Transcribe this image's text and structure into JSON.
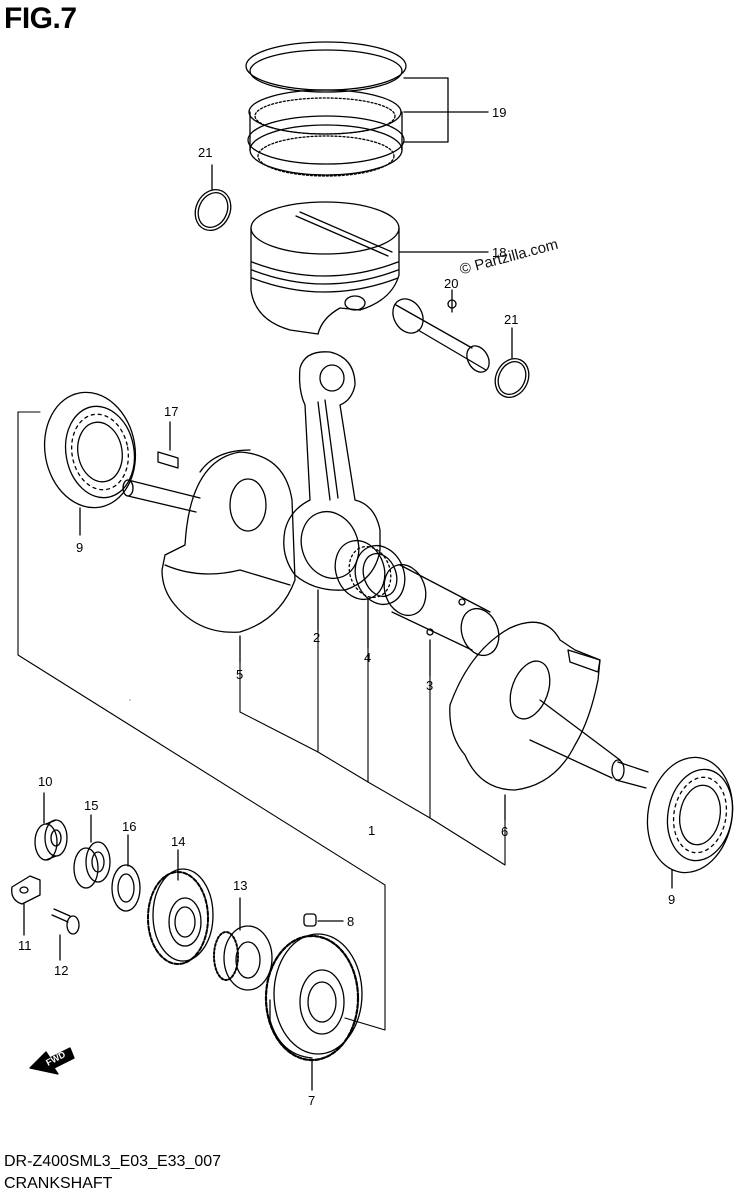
{
  "figure": {
    "title": "FIG.7",
    "code": "DR-Z400SML3_E03_E33_007",
    "name": "CRANKSHAFT",
    "watermark": "© Partzilla.com",
    "fwd_label": "FWD"
  },
  "parts": [
    {
      "no": "1",
      "item": "crankshaft-assembly"
    },
    {
      "no": "2",
      "item": "connecting-rod"
    },
    {
      "no": "3",
      "item": "crank-pin"
    },
    {
      "no": "4",
      "item": "needle-bearing"
    },
    {
      "no": "5",
      "item": "crank-web-left"
    },
    {
      "no": "6",
      "item": "crank-web-right"
    },
    {
      "no": "7",
      "item": "primary-drive-gear"
    },
    {
      "no": "8",
      "item": "dowel-pin"
    },
    {
      "no": "9",
      "item": "crank-bearing-left"
    },
    {
      "no": "9",
      "item": "crank-bearing-right"
    },
    {
      "no": "10",
      "item": "bearing"
    },
    {
      "no": "11",
      "item": "retainer-plate"
    },
    {
      "no": "12",
      "item": "screw"
    },
    {
      "no": "13",
      "item": "one-way-clutch-bearing"
    },
    {
      "no": "14",
      "item": "starter-idle-gear"
    },
    {
      "no": "15",
      "item": "spacer"
    },
    {
      "no": "16",
      "item": "washer"
    },
    {
      "no": "17",
      "item": "woodruff-key"
    },
    {
      "no": "18",
      "item": "piston"
    },
    {
      "no": "19",
      "item": "piston-ring-set"
    },
    {
      "no": "20",
      "item": "piston-pin"
    },
    {
      "no": "21",
      "item": "circlip-upper"
    },
    {
      "no": "21",
      "item": "circlip-lower"
    }
  ]
}
